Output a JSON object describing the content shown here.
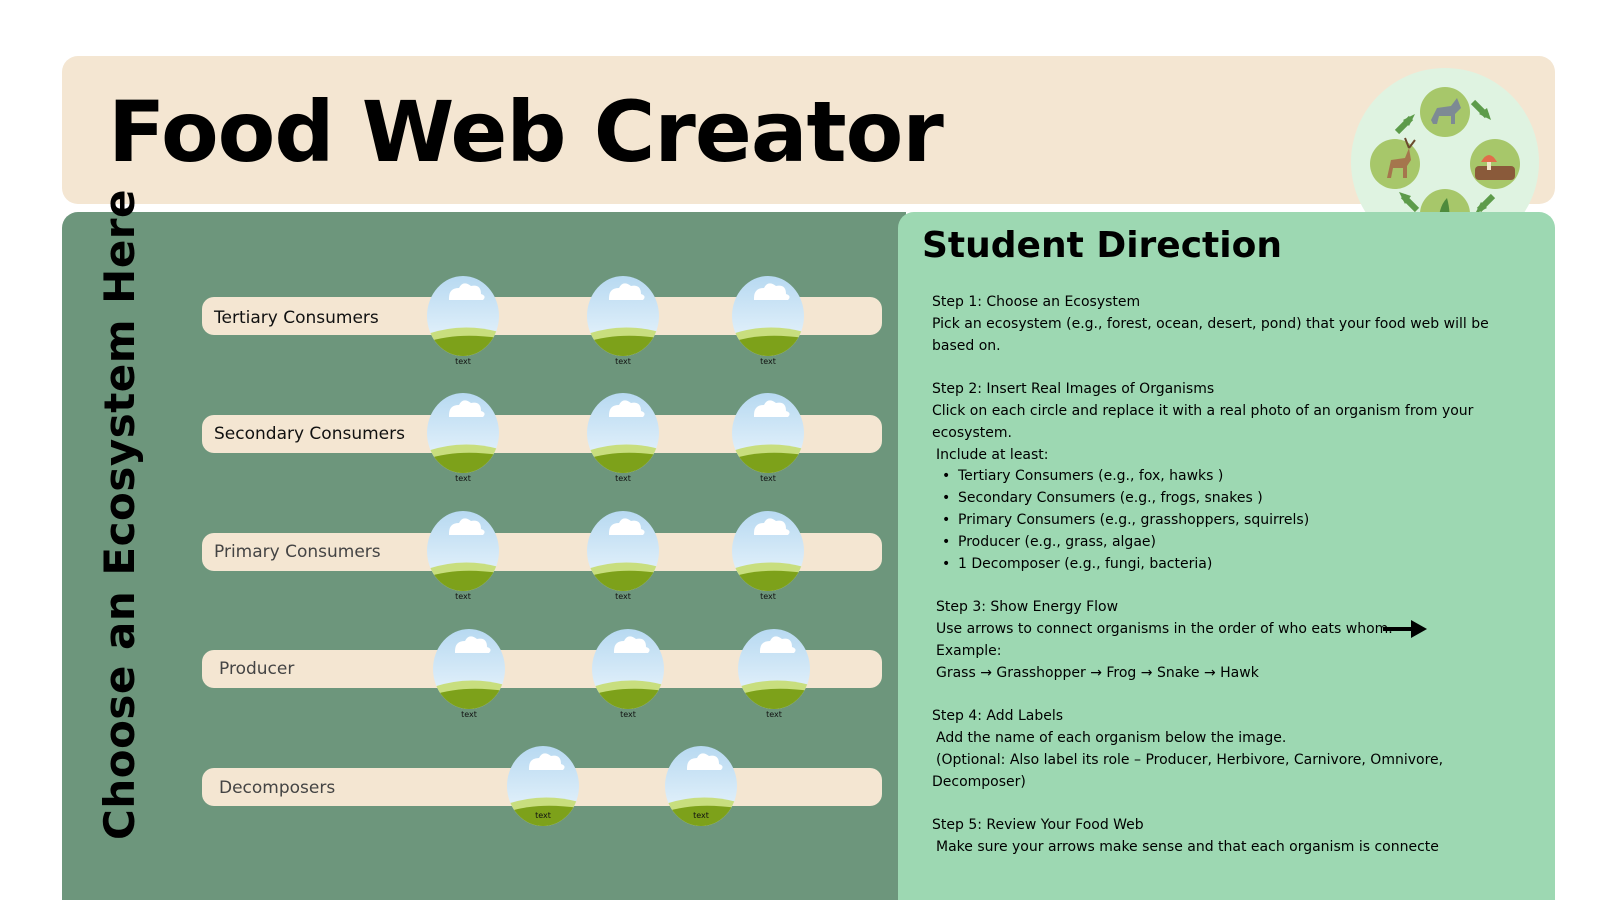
{
  "title": "Food Web Creator",
  "left_panel": {
    "vertical_title": "Choose an Ecosystem Here",
    "rows": [
      {
        "label": "Tertiary Consumers",
        "slot_label": "text"
      },
      {
        "label": "Secondary Consumers",
        "slot_label": "text"
      },
      {
        "label": "Primary Consumers",
        "slot_label": "text"
      },
      {
        "label": "Producer",
        "slot_label": "text"
      },
      {
        "label": "Decomposers",
        "slot_label": "text"
      }
    ]
  },
  "directions": {
    "title": "Student Direction",
    "step1_title": "Step 1: Choose an Ecosystem",
    "step1_line1": "Pick an ecosystem (e.g., forest, ocean, desert, pond) that your food web will be",
    "step1_line2": "based on.",
    "step2_title": "Step 2: Insert Real Images of Organisms",
    "step2_line1": "Click on each circle and replace it with a real photo of an organism from your",
    "step2_line2": "ecosystem.",
    "step2_line3": "Include at least:",
    "step2_bullets": [
      "Tertiary Consumers (e.g., fox, hawks )",
      "Secondary Consumers (e.g., frogs,  snakes )",
      "Primary Consumers (e.g., grasshoppers, squirrels)",
      "Producer (e.g., grass, algae)",
      "1 Decomposer (e.g., fungi, bacteria)"
    ],
    "step3_title": "Step 3: Show Energy Flow",
    "step3_line1": "Use arrows to connect organisms in the order of who eats whom.",
    "step3_line2": "Example:",
    "step3_line3": "Grass → Grasshopper → Frog → Snake → Hawk",
    "step4_title": "Step 4: Add Labels",
    "step4_line1": "Add the name of each organism below the image.",
    "step4_line2": "(Optional: Also label its role – Producer, Herbivore, Carnivore, Omnivore,",
    "step4_line3": "Decomposer)",
    "step5_title": "Step 5: Review Your Food Web",
    "step5_line1": "Make sure your arrows make sense and that each organism is connecte"
  },
  "icons": {
    "logo": "food-cycle-logo-icon",
    "arrow": "right-arrow-icon",
    "slot": "landscape-placeholder-icon"
  },
  "colors": {
    "header_bg": "#f4e6d2",
    "left_panel_bg": "#6d967c",
    "right_panel_bg": "#9dd8b2",
    "band_bg": "#f4e6d2"
  }
}
